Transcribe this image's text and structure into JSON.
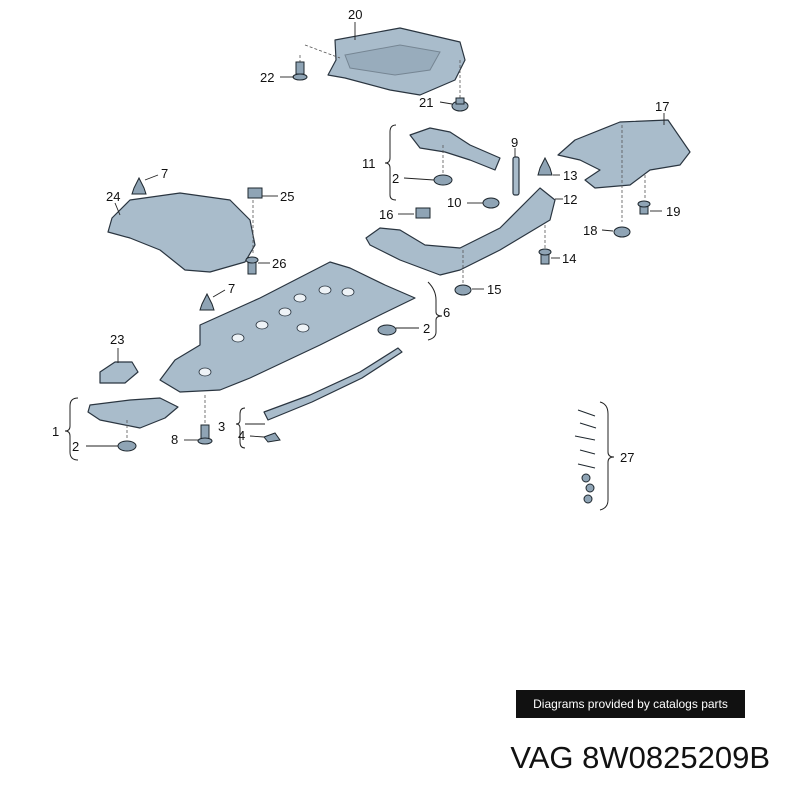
{
  "credit": "Diagrams provided by catalogs parts",
  "part_number": "VAG 8W0825209B",
  "callouts": [
    "20",
    "22",
    "21",
    "17",
    "9",
    "11",
    "2",
    "13",
    "7",
    "24",
    "25",
    "10",
    "12",
    "16",
    "19",
    "18",
    "26",
    "14",
    "7",
    "15",
    "6",
    "2",
    "23",
    "3",
    "4",
    "1",
    "8",
    "2",
    "27"
  ],
  "colors": {
    "part_fill": "#a9bccb",
    "outline": "#2a3540",
    "label_bg": "#111111"
  }
}
